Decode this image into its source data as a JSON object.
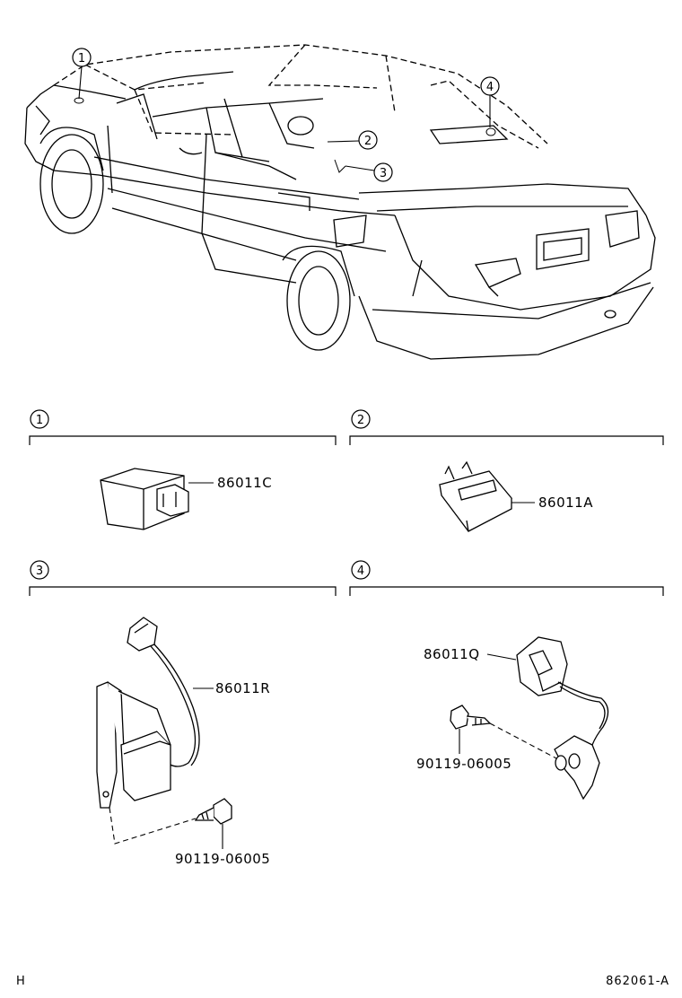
{
  "callouts": [
    "1",
    "2",
    "3",
    "4"
  ],
  "sections": [
    {
      "index": "1",
      "parts": [
        "86011C"
      ]
    },
    {
      "index": "2",
      "parts": [
        "86011A"
      ]
    },
    {
      "index": "3",
      "parts": [
        "86011R",
        "90119-06005"
      ]
    },
    {
      "index": "4",
      "parts": [
        "86011Q",
        "90119-06005"
      ]
    }
  ],
  "footer": {
    "left_code": "H",
    "right_code": "862061-A"
  }
}
